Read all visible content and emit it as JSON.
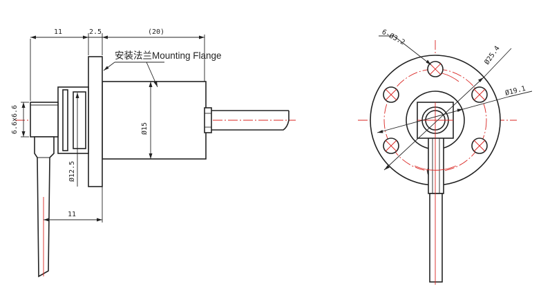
{
  "labels": {
    "dim_flange_offset": "11",
    "dim_flange_thickness": "2.5",
    "dim_body_length": "(20)",
    "dim_body_diameter": "Ø15",
    "dim_shaft_diameter": "Ø12.5",
    "dim_head_size": "6.6x6.6",
    "dim_cable_offset": "11",
    "flange_note": "安装法兰Mounting Flange",
    "dim_mount_holes": "6-Ø3.2",
    "dim_bolt_circle": "Ø25.4",
    "dim_pilot": "Ø19.1"
  },
  "colors": {
    "outline": "#222222",
    "centerline": "#d9231f"
  }
}
